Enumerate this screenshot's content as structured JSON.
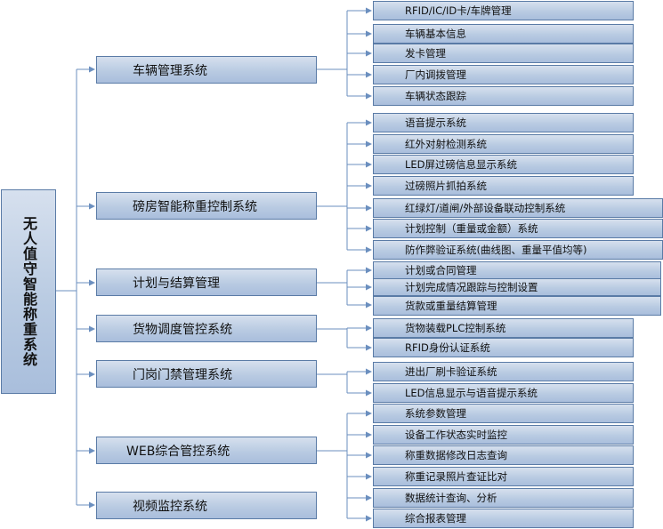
{
  "root": {
    "label": "无人值守智能称重系统"
  },
  "groups": [
    {
      "label": "车辆管理系统",
      "items": [
        "RFID/IC/ID卡/车牌管理",
        "车辆基本信息",
        "发卡管理",
        "厂内调拨管理",
        "车辆状态跟踪"
      ]
    },
    {
      "label": "磅房智能称重控制系统",
      "items": [
        "语音提示系统",
        "红外对射检测系统",
        "LED屏过磅信息显示系统",
        "过磅照片抓拍系统",
        "红绿灯/道闸/外部设备联动控制系统",
        "计划控制（重量或金额）系统",
        "防作弊验证系统(曲线图、重量平值均等)"
      ]
    },
    {
      "label": "计划与结算管理",
      "items": [
        "计划或合同管理",
        "计划完成情况跟踪与控制设置",
        "货款或重量结算管理"
      ]
    },
    {
      "label": "货物调度管控系统",
      "items": [
        "货物装载PLC控制系统",
        "RFID身份认证系统"
      ]
    },
    {
      "label": "门岗门禁管理系统",
      "items": [
        "进出厂刷卡验证系统",
        "LED信息显示与语音提示系统"
      ]
    },
    {
      "label": "WEB综合管控系统",
      "items": [
        "系统参数管理",
        "设备工作状态实时监控",
        "称重数据修改日志查询",
        "称重记录照片查证比对",
        "数据统计查询、分析",
        "综合报表管理"
      ]
    },
    {
      "label": "视频监控系统",
      "items": []
    }
  ]
}
